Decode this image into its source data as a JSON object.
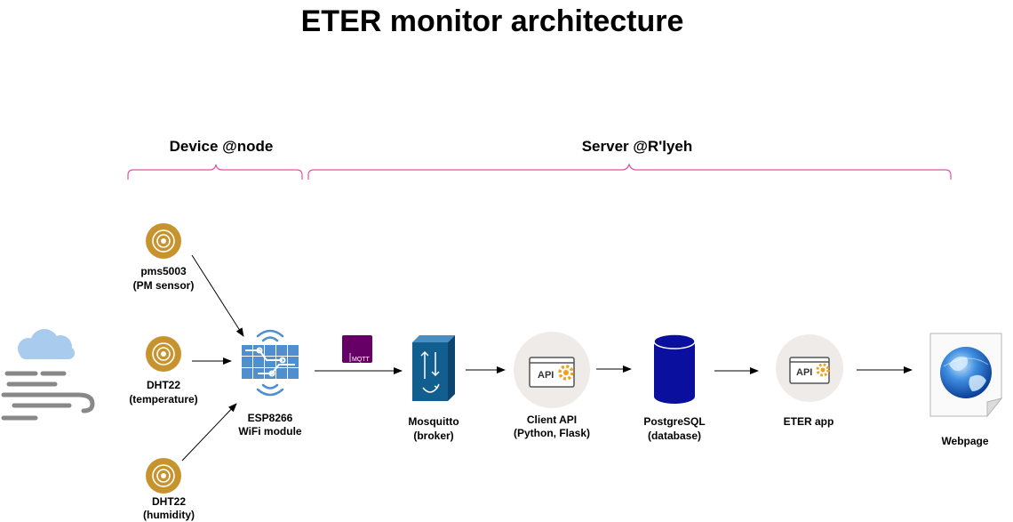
{
  "title": "ETER monitor architecture",
  "sections": {
    "device": "Device @node",
    "server": "Server @R'lyeh"
  },
  "sensors": [
    {
      "name": "pms5003",
      "desc": "(PM sensor)"
    },
    {
      "name": "DHT22",
      "desc": "(temperature)"
    },
    {
      "name": "DHT22",
      "desc": "(humidity)"
    }
  ],
  "esp": {
    "name": "ESP8266",
    "desc": "WiFi module"
  },
  "mqtt_badge": "MQTT",
  "broker": {
    "name": "Mosquitto",
    "desc": "(broker)"
  },
  "client_api": {
    "name": "Client API",
    "desc": "(Python, Flask)",
    "icon_text": "API"
  },
  "database": {
    "name": "PostgreSQL",
    "desc": "(database)"
  },
  "app": {
    "name": "ETER app",
    "icon_text": "API"
  },
  "webpage": {
    "name": "Webpage"
  },
  "colors": {
    "brace": "#e0559f",
    "sensor_gold": "#c7932e",
    "esp_blue": "#4f8fd0",
    "broker_blue": "#125e8f",
    "db_navy": "#0a0f9e",
    "mqtt_purple": "#660066",
    "icon_circle": "#efebe9",
    "api_gear": "#f0a020"
  },
  "icons": {
    "weather": "cloud-wind-icon",
    "sensor": "sensor-signal-icon",
    "esp": "chip-wifi-icon",
    "broker": "server-rack-icon",
    "database": "database-cylinder-icon",
    "api": "api-gear-icon",
    "webpage": "globe-page-icon"
  }
}
